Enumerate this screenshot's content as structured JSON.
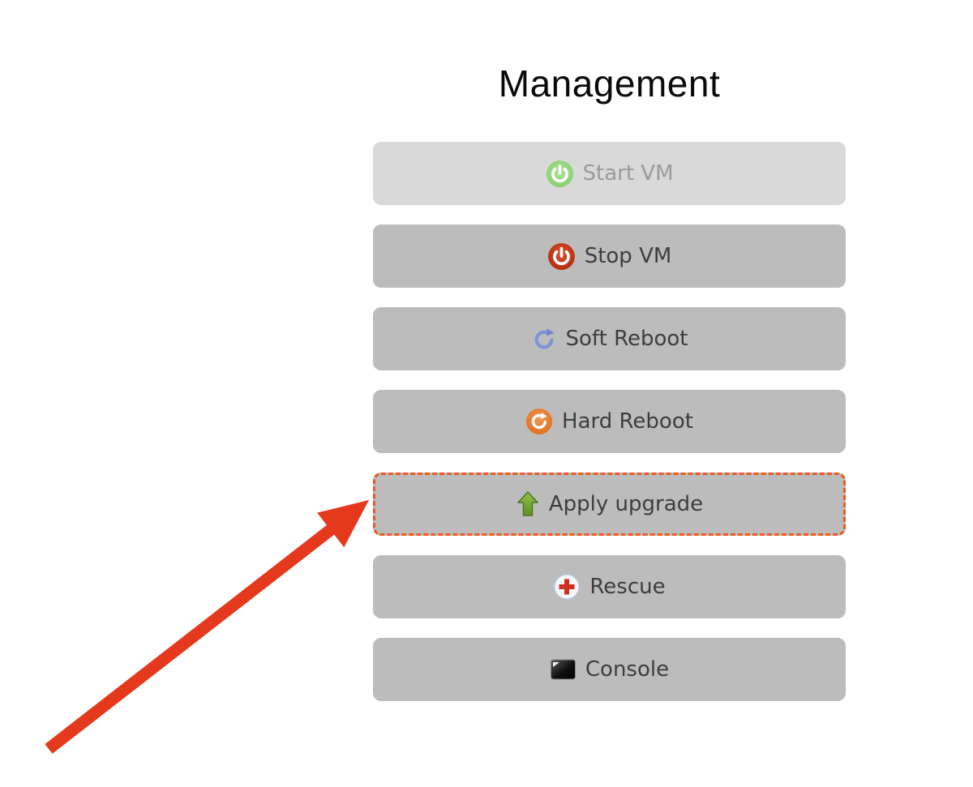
{
  "panel": {
    "title": "Management",
    "buttons": [
      {
        "label": "Start VM",
        "icon": "power-icon-green",
        "state": "disabled"
      },
      {
        "label": "Stop VM",
        "icon": "power-icon-red",
        "state": "enabled"
      },
      {
        "label": "Soft Reboot",
        "icon": "soft-reboot-icon",
        "state": "enabled"
      },
      {
        "label": "Hard Reboot",
        "icon": "hard-reboot-icon",
        "state": "enabled"
      },
      {
        "label": "Apply upgrade",
        "icon": "upgrade-arrow-icon",
        "state": "highlighted"
      },
      {
        "label": "Rescue",
        "icon": "rescue-icon",
        "state": "enabled"
      },
      {
        "label": "Console",
        "icon": "console-icon",
        "state": "enabled"
      }
    ]
  },
  "annotation": {
    "type": "arrow",
    "points_to": "Apply upgrade",
    "color": "#e4391c"
  },
  "colors": {
    "page_bg": "#ffffff",
    "button_bg": "#bcbcbc",
    "button_bg_disabled": "#d9d9d9",
    "button_text": "#3e3e3e",
    "button_text_disabled": "#9b9b9b",
    "highlight_dashed_border": "#ea5a1f",
    "title_color": "#0a0a0a",
    "icon_green": "#8ed578",
    "icon_red": "#c43415",
    "icon_blue": "#7d95d5",
    "icon_orange": "#e7792a",
    "icon_upgrade_green": "#6ba82e",
    "icon_cross_red": "#cd2f21"
  }
}
